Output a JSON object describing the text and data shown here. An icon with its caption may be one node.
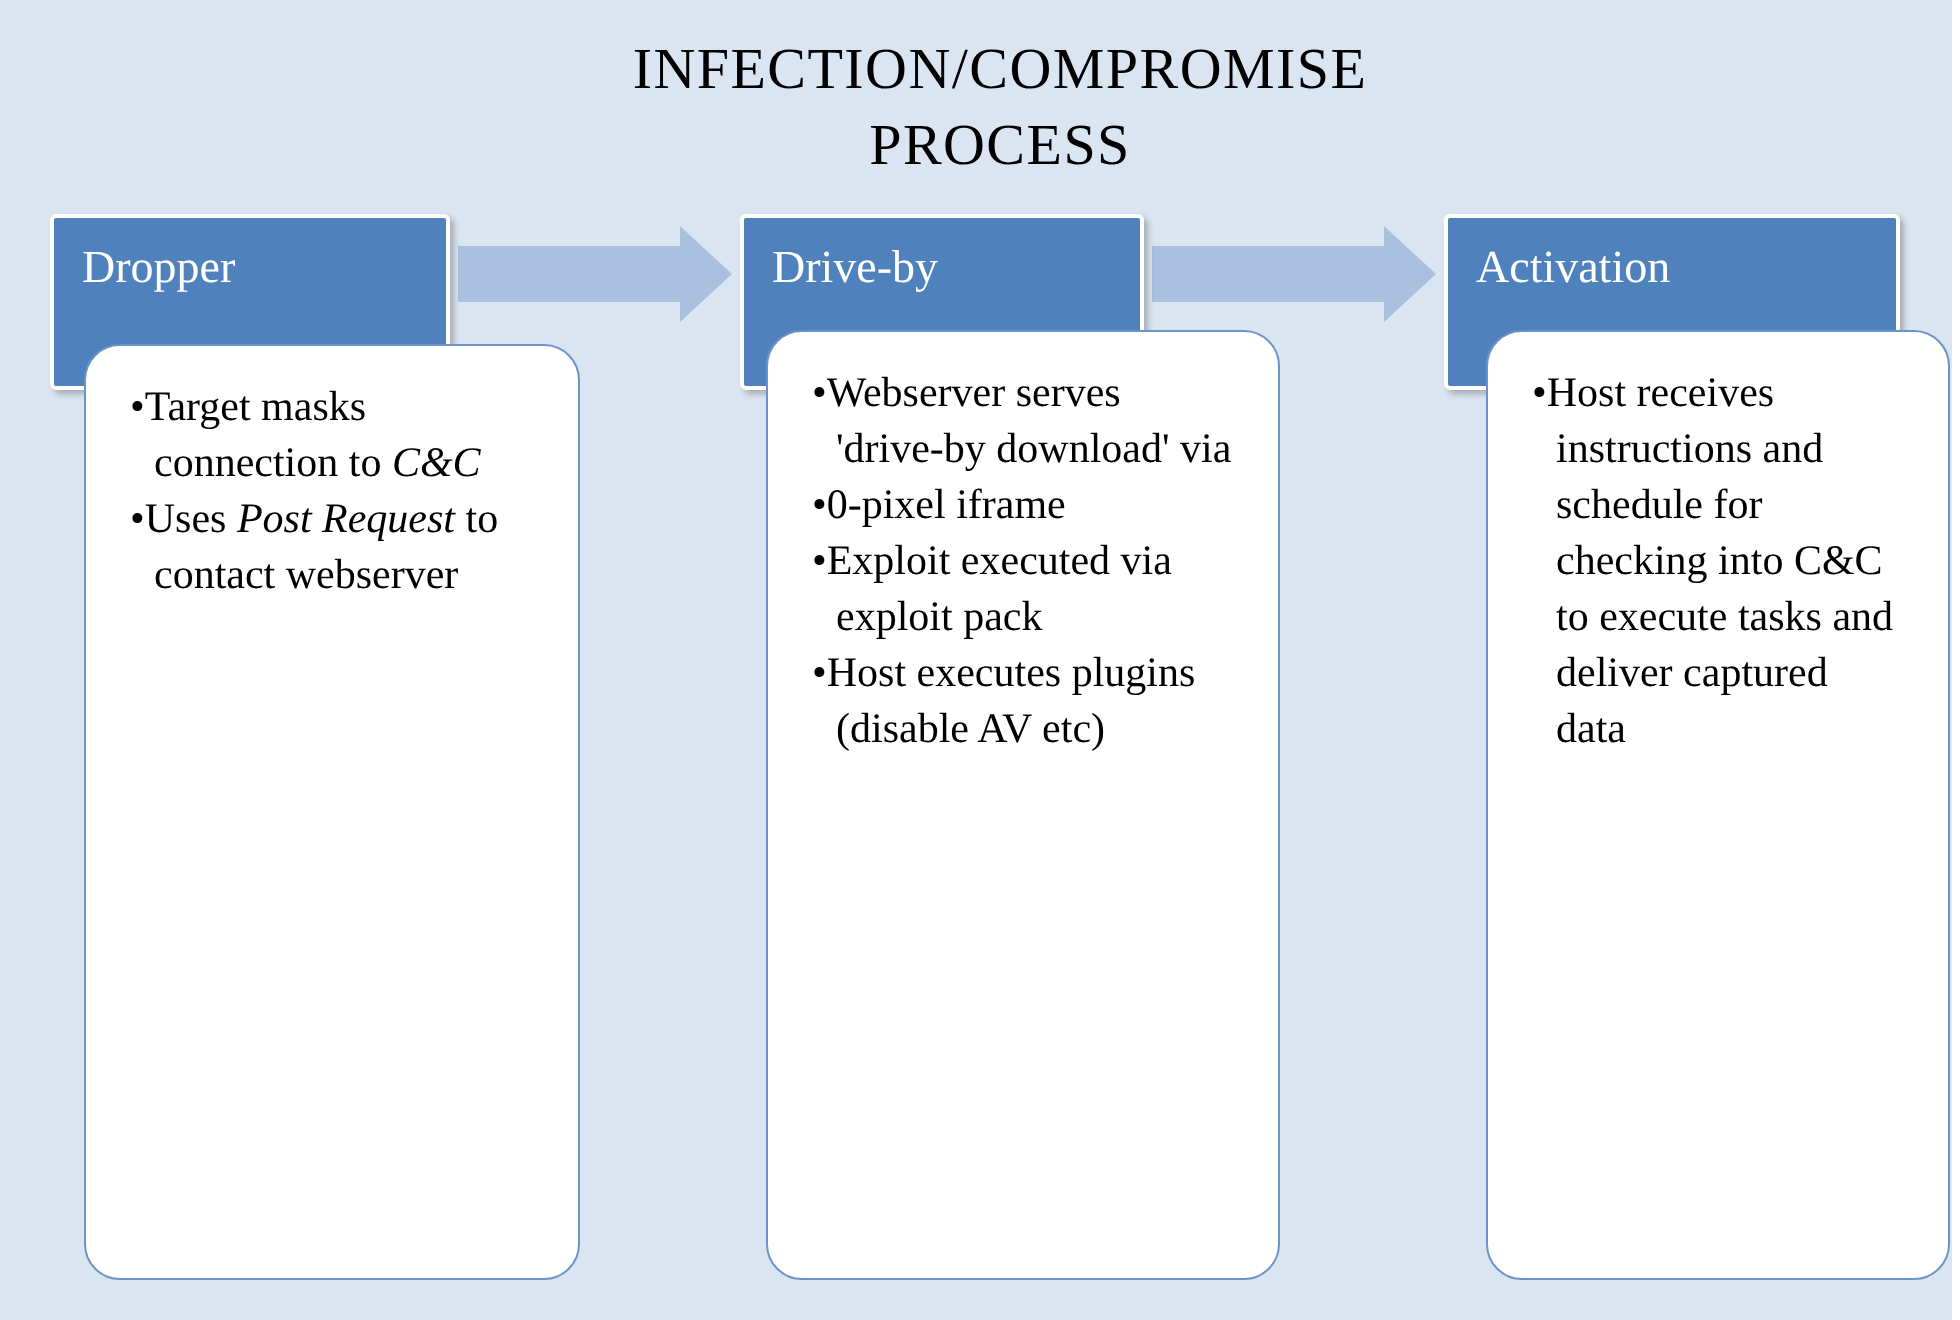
{
  "diagram": {
    "title": "INFECTION/COMPROMISE PROCESS",
    "nodes": [
      {
        "text": [
          "Dropper"
        ]
      },
      {
        "text": [
          "•Target masks connection to *C&C*",
          "•Uses *Post Request* to contact webserver"
        ]
      },
      {
        "text": [
          "Drive-by"
        ]
      },
      {
        "text": [
          "•Webserver serves 'drive-by download' via",
          "•0-pixel iframe",
          "•Exploit executed via exploit pack",
          "•Host executes plugins (disable AV etc)"
        ]
      },
      {
        "text": [
          "Activation"
        ]
      },
      {
        "text": [
          "•Host receives instructions and schedule for checking into C&C to execute tasks and deliver captured data"
        ]
      }
    ],
    "edges": [
      {
        "from": 0,
        "to": 2,
        "arrow": "to"
      },
      {
        "from": 2,
        "to": 4,
        "arrow": "to"
      }
    ]
  }
}
